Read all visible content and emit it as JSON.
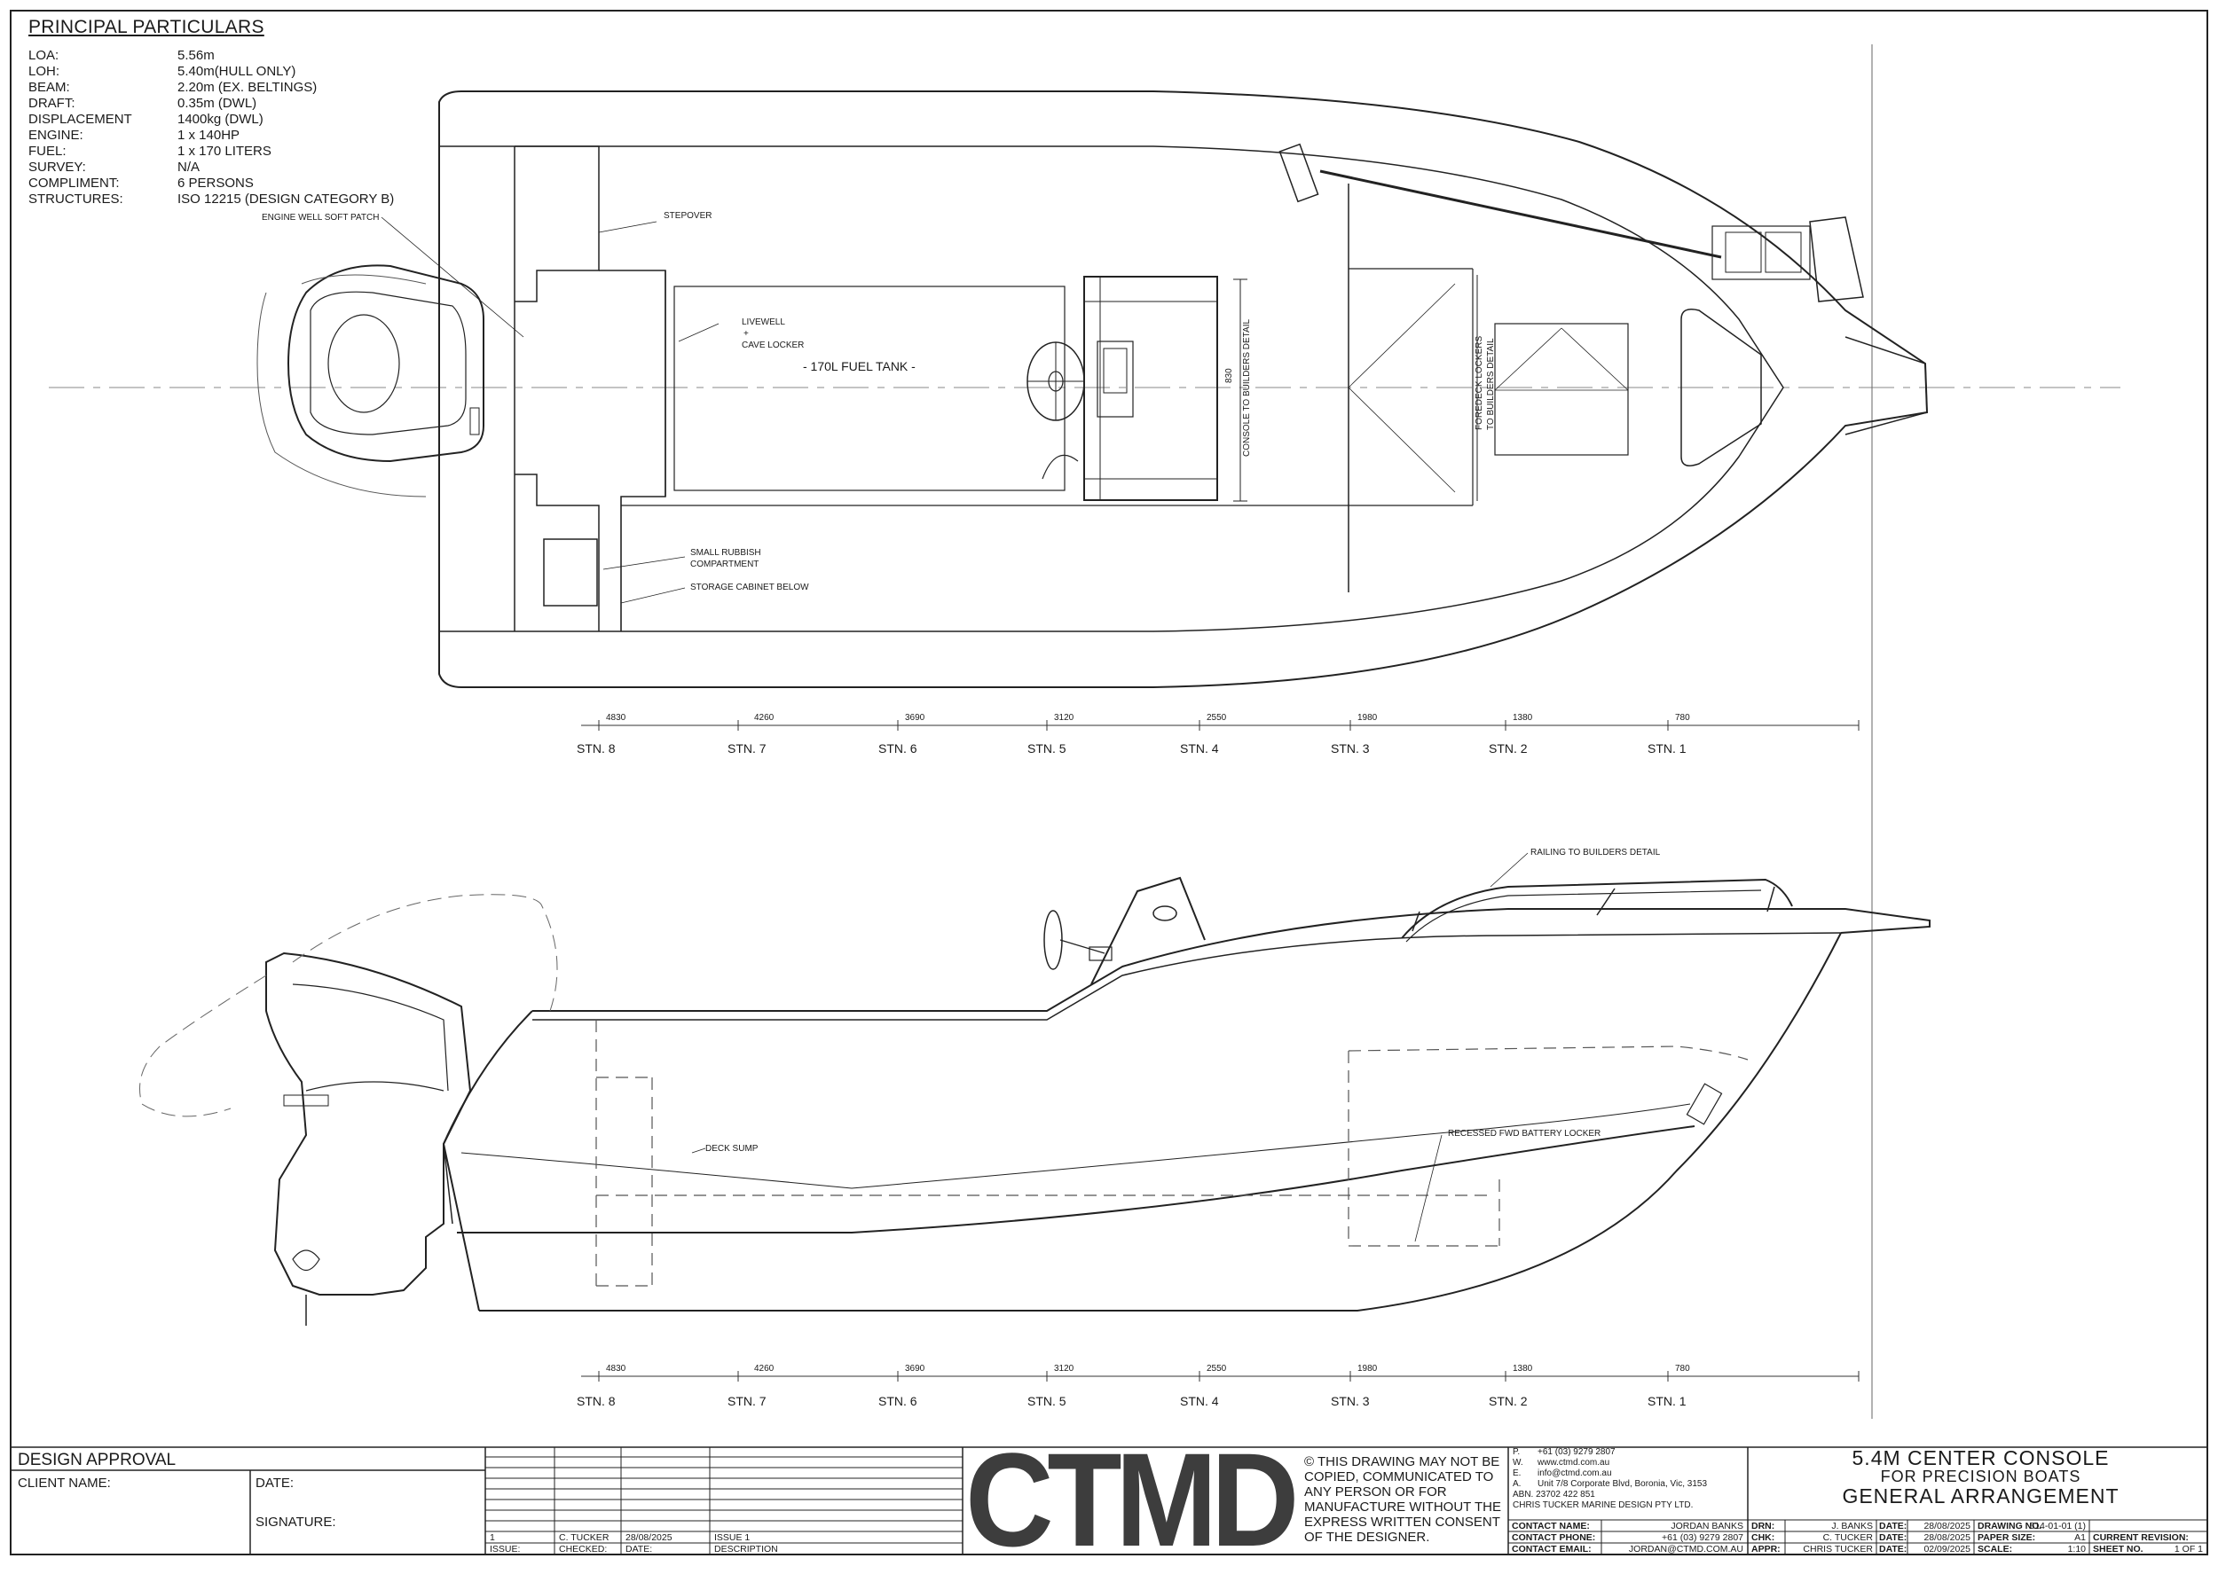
{
  "particulars": {
    "title": "PRINCIPAL PARTICULARS",
    "rows": [
      {
        "k": "LOA:",
        "v": "5.56m"
      },
      {
        "k": "LOH:",
        "v": "5.40m(HULL ONLY)"
      },
      {
        "k": "BEAM:",
        "v": "2.20m (EX. BELTINGS)"
      },
      {
        "k": "DRAFT:",
        "v": "0.35m (DWL)"
      },
      {
        "k": "DISPLACEMENT",
        "v": "1400kg (DWL)"
      },
      {
        "k": "ENGINE:",
        "v": "1 x 140HP"
      },
      {
        "k": "FUEL:",
        "v": "1 x 170  LITERS"
      },
      {
        "k": "SURVEY:",
        "v": "N/A"
      },
      {
        "k": "COMPLIMENT:",
        "v": "6 PERSONS"
      },
      {
        "k": "STRUCTURES:",
        "v": "ISO 12215 (DESIGN CATEGORY B)"
      }
    ]
  },
  "plan_labels": {
    "engine_well": "ENGINE WELL SOFT PATCH",
    "stepover": "STEPOVER",
    "livewell": "LIVEWELL",
    "plus": "+",
    "cave_locker": "CAVE LOCKER",
    "fuel_tank": "- 170L FUEL TANK -",
    "console_dim": "830",
    "console_note": "CONSOLE TO BUILDERS DETAIL",
    "foredeck_1": "FOREDECK  LOCKERS",
    "foredeck_2": "TO BUILDERS DETAIL",
    "rubbish_1": "SMALL RUBBISH",
    "rubbish_2": "COMPARTMENT",
    "storage": "STORAGE CABINET BELOW"
  },
  "profile_labels": {
    "railing": "RAILING TO BUILDERS DETAIL",
    "deck_sump": "DECK SUMP",
    "battery": "RECESSED FWD BATTERY LOCKER"
  },
  "stations": [
    {
      "name": "STN. 8",
      "dim": "4830"
    },
    {
      "name": "STN. 7",
      "dim": "4260"
    },
    {
      "name": "STN. 6",
      "dim": "3690"
    },
    {
      "name": "STN. 5",
      "dim": "3120"
    },
    {
      "name": "STN. 4",
      "dim": "2550"
    },
    {
      "name": "STN. 3",
      "dim": "1980"
    },
    {
      "name": "STN. 2",
      "dim": "1380"
    },
    {
      "name": "STN. 1",
      "dim": "780"
    }
  ],
  "title_block": {
    "design_approval": "DESIGN APPROVAL",
    "client_name": "CLIENT NAME:",
    "date": "DATE:",
    "signature": "SIGNATURE:",
    "rev": {
      "issue_no": "1",
      "checked": "C. TUCKER",
      "date": "28/08/2025",
      "description": "ISSUE 1",
      "h_issue": "ISSUE:",
      "h_checked": "CHECKED:",
      "h_date": "DATE:",
      "h_description": "DESCRIPTION"
    },
    "logo": "CTMD",
    "disclaimer": "© THIS DRAWING MAY NOT BE COPIED, COMMUNICATED TO ANY PERSON OR FOR MANUFACTURE WITHOUT THE EXPRESS WRITTEN CONSENT OF THE DESIGNER.",
    "contact": {
      "p_label": "P.",
      "p": "+61 (03) 9279 2807",
      "w_label": "W.",
      "w": "www.ctmd.com.au",
      "e_label": "E.",
      "e": "info@ctmd.com.au",
      "a_label": "A.",
      "a": "Unit 7/8 Corporate Blvd, Boronia, Vic, 3153",
      "abn": "ABN. 23702 422 851",
      "company": "CHRIS TUCKER MARINE DESIGN PTY LTD."
    },
    "contact_rows": [
      {
        "label": "CONTACT NAME:",
        "value": "JORDAN BANKS"
      },
      {
        "label": "CONTACT PHONE:",
        "value": "+61 (03) 9279 2807"
      },
      {
        "label": "CONTACT EMAIL:",
        "value": "JORDAN@CTMD.COM.AU"
      }
    ],
    "project": {
      "line1": "5.4M CENTER CONSOLE",
      "line2": "FOR PRECISION BOATS",
      "line3": "GENERAL ARRANGEMENT"
    },
    "approvals": [
      {
        "role": "DRN:",
        "name": "J. BANKS",
        "date_label": "DATE:",
        "date": "28/08/2025"
      },
      {
        "role": "CHK:",
        "name": "C. TUCKER",
        "date_label": "DATE:",
        "date": "28/08/2025"
      },
      {
        "role": "APPR:",
        "name": "CHRIS TUCKER",
        "date_label": "DATE:",
        "date": "02/09/2025"
      }
    ],
    "sheet_info": [
      {
        "label": "DRAWING NO.",
        "value": "514-01-01 (1)"
      },
      {
        "label": "PAPER SIZE:",
        "value": "A1"
      },
      {
        "label": "SCALE:",
        "value": "1:10"
      }
    ],
    "sheet_info2": [
      {
        "label": "CURRENT REVISION:",
        "value": ""
      },
      {
        "label": "SHEET NO.",
        "value": "1 OF 1"
      }
    ]
  }
}
